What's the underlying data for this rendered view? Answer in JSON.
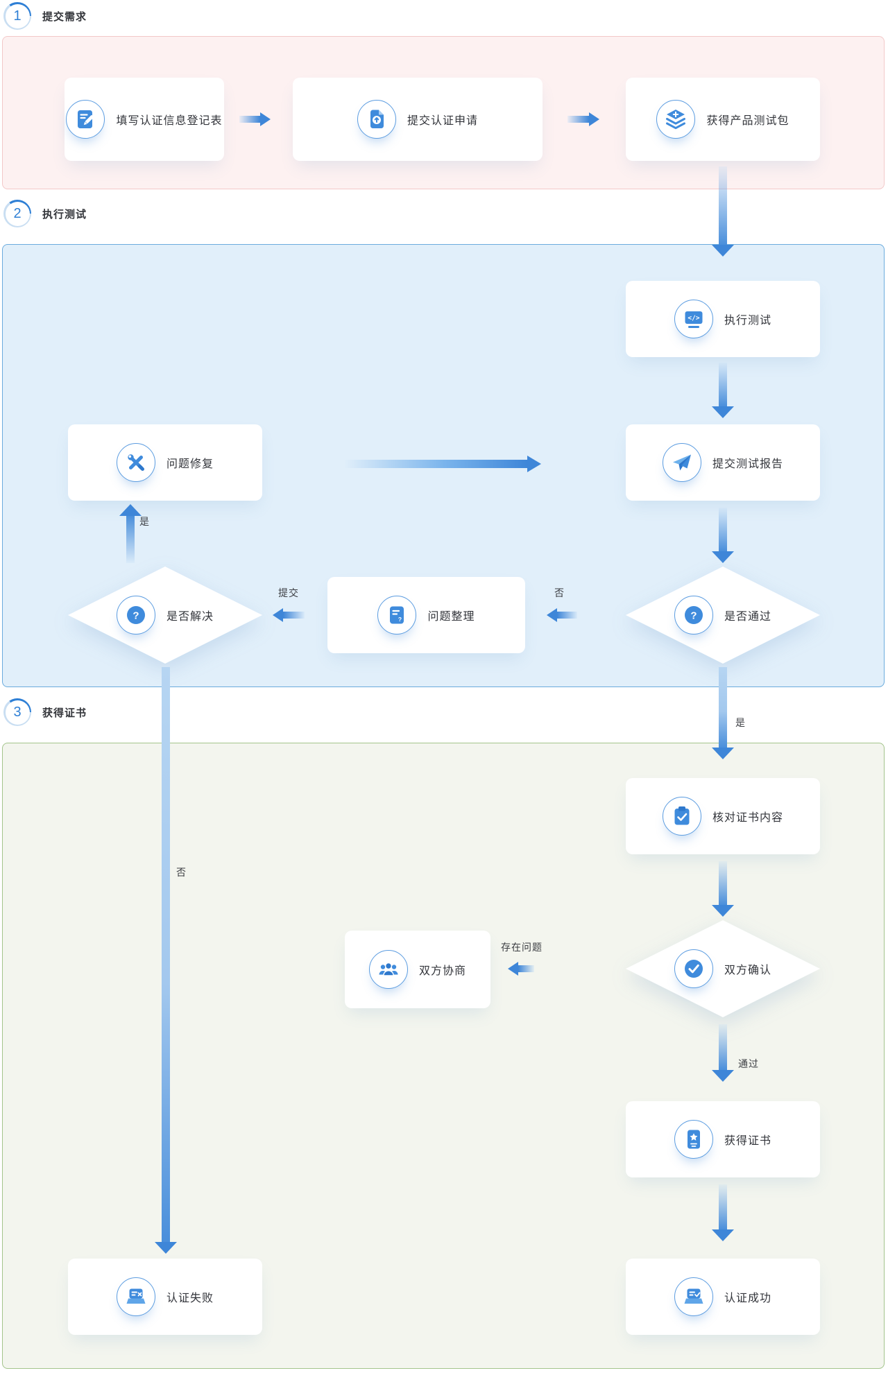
{
  "sections": [
    {
      "number": "1",
      "title": "提交需求"
    },
    {
      "number": "2",
      "title": "执行测试"
    },
    {
      "number": "3",
      "title": "获得证书"
    }
  ],
  "nodes": {
    "fill_form": "填写认证信息登记表",
    "submit_application": "提交认证申请",
    "get_test_package": "获得产品测试包",
    "run_test": "执行测试",
    "submit_report": "提交测试报告",
    "fix_issues": "问题修复",
    "organize_issues": "问题整理",
    "resolved_decision": "是否解决",
    "pass_decision": "是否通过",
    "verify_certificate": "核对证书内容",
    "negotiate": "双方协商",
    "confirm_decision": "双方确认",
    "get_certificate": "获得证书",
    "cert_failed": "认证失败",
    "cert_success": "认证成功"
  },
  "edge_labels": {
    "resolved_yes": "是",
    "organize_submit": "提交",
    "pass_no": "否",
    "pass_yes": "是",
    "resolved_no": "否",
    "confirm_issue": "存在问题",
    "confirm_pass": "通过"
  },
  "icons": {
    "fill_form": "form-edit-icon",
    "submit_application": "file-upload-icon",
    "get_test_package": "layers-plus-icon",
    "run_test": "code-monitor-icon",
    "submit_report": "paper-plane-icon",
    "fix_issues": "tools-icon",
    "organize_issues": "doc-question-icon",
    "resolved_decision": "question-circle-icon",
    "pass_decision": "question-circle-icon",
    "verify_certificate": "clipboard-check-icon",
    "negotiate": "people-icon",
    "confirm_decision": "check-circle-icon",
    "get_certificate": "certificate-badge-icon",
    "cert_failed": "stamp-x-icon",
    "cert_success": "stamp-check-icon"
  },
  "colors": {
    "accent_blue": "#3e86d8",
    "icon_blue": "#3f8bdc",
    "icon_dark_blue": "#2e78cc",
    "section1_bg": "#fdf1f1",
    "section1_border": "#f3c8c8",
    "section2_bg": "#e1effa",
    "section2_border": "#6aabdd",
    "section3_bg": "#f3f5ee",
    "section3_border": "#a3c48b"
  }
}
